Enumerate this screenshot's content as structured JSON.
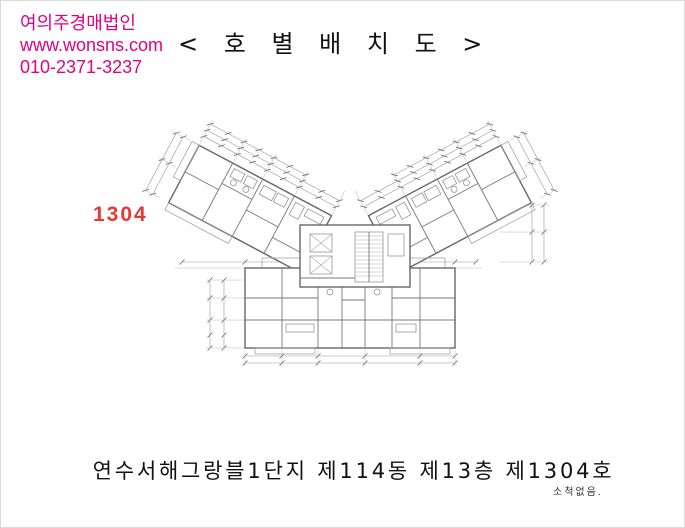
{
  "header": {
    "company_name": "여의주경매법인",
    "website": "www.wonsns.com",
    "phone": "010-2371-3237",
    "accent_color": "#e4007f"
  },
  "title": "< 호 별 배 치 도 >",
  "plan": {
    "unit_label": "1304",
    "unit_label_color": "#e53935"
  },
  "caption": "연수서해그랑블1단지 제114동 제13층 제1304호",
  "note": "소척없음."
}
